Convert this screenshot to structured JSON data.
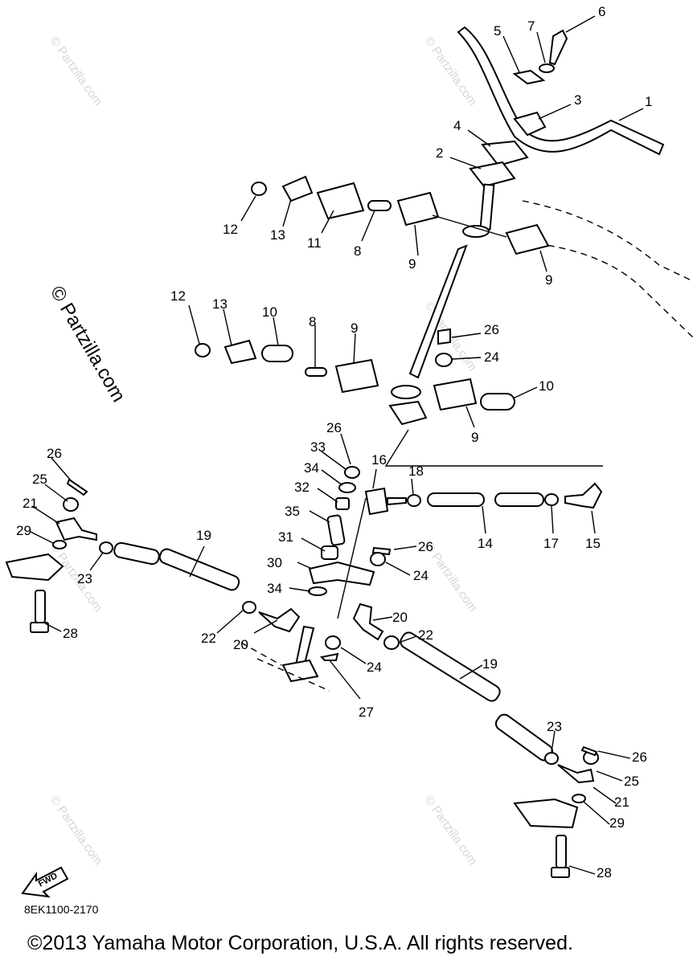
{
  "diagram": {
    "code": "8EK1100-2170",
    "copyright": "©2013 Yamaha Motor Corporation, U.S.A. All rights reserved.",
    "watermark": "© Partzilla.com",
    "fwd_label": "FWD"
  },
  "callouts": [
    "1",
    "2",
    "3",
    "4",
    "5",
    "6",
    "7",
    "8",
    "9",
    "10",
    "11",
    "12",
    "13",
    "14",
    "15",
    "16",
    "17",
    "18",
    "19",
    "20",
    "21",
    "22",
    "23",
    "24",
    "25",
    "26",
    "27",
    "28",
    "29",
    "30",
    "31",
    "32",
    "33",
    "34",
    "35"
  ]
}
